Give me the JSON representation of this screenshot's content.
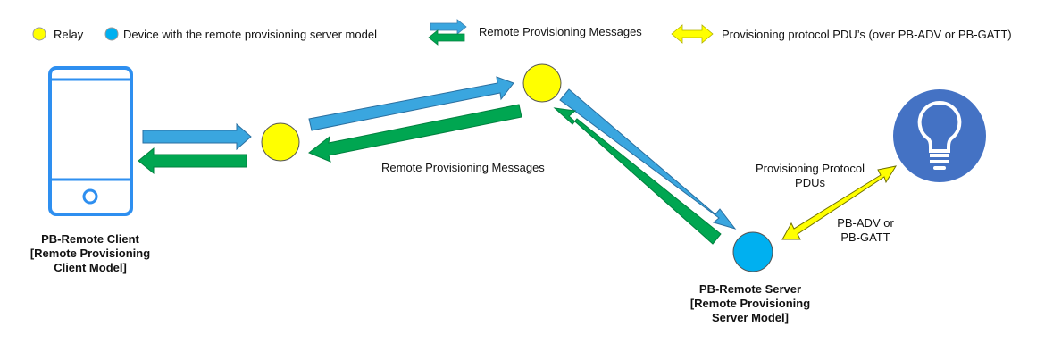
{
  "legend": {
    "relay": "Relay",
    "device": "Device with the remote provisioning server model",
    "messages": "Remote Provisioning Messages",
    "pdus": "Provisioning protocol PDU’s (over PB-ADV or PB-GATT)"
  },
  "nodes": {
    "client": [
      "PB-Remote Client",
      "[Remote Provisioning",
      "Client Model]"
    ],
    "server": [
      "PB-Remote Server",
      "[Remote Provisioning",
      "Server Model]"
    ]
  },
  "labels": {
    "messages": "Remote Provisioning Messages",
    "pdus": [
      "Provisioning Protocol",
      "PDUs"
    ],
    "bearer": [
      "PB-ADV or",
      "PB-GATT"
    ]
  },
  "colors": {
    "relay_fill": "#ffff00",
    "device_fill": "#00b0f0",
    "blue_arrow": "#3aa6df",
    "green_arrow": "#00a651",
    "yellow_arrow": "#ffff00",
    "phone_outline": "#2e8ff0",
    "bulb_circle": "#4472c4"
  },
  "icons": {
    "client_device": "smartphone-icon",
    "node_device": "lightbulb-icon"
  }
}
